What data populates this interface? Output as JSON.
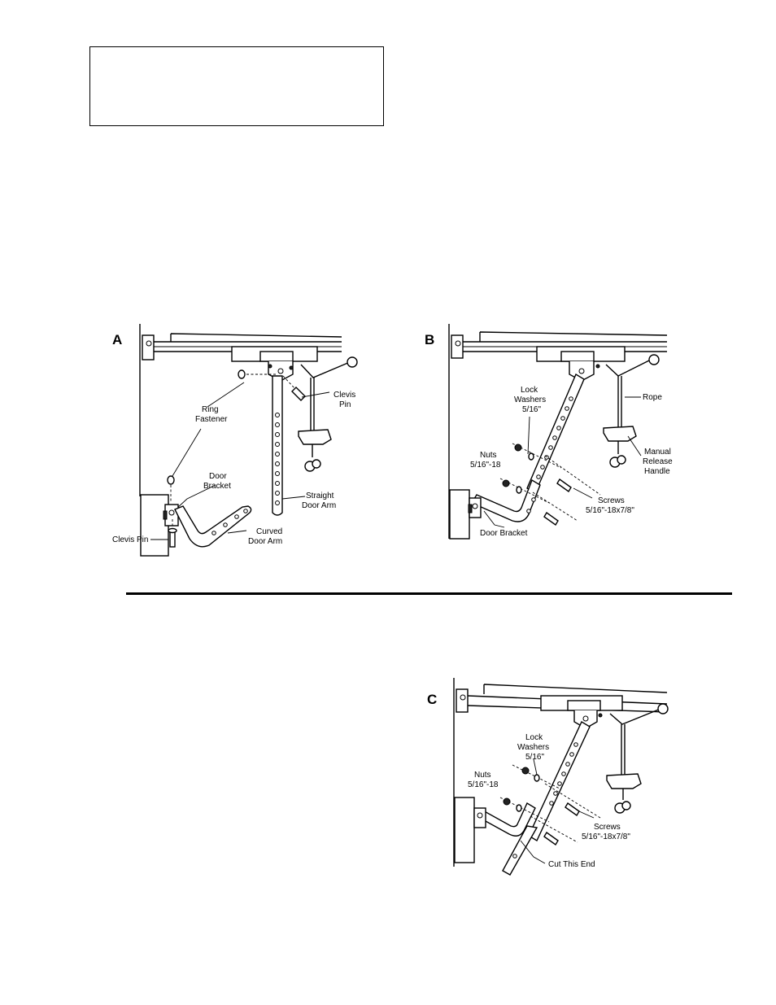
{
  "figure_a": {
    "letter": "A",
    "labels": {
      "ring_fastener_1": "Ring",
      "ring_fastener_2": "Fastener",
      "clevis_pin_top_1": "Clevis",
      "clevis_pin_top_2": "Pin",
      "door_bracket_1": "Door",
      "door_bracket_2": "Bracket",
      "straight_arm_1": "Straight",
      "straight_arm_2": "Door Arm",
      "curved_arm_1": "Curved",
      "curved_arm_2": "Door Arm",
      "clevis_pin_bottom": "Clevis Pin"
    }
  },
  "figure_b": {
    "letter": "B",
    "labels": {
      "lock_washers_1": "Lock",
      "lock_washers_2": "Washers",
      "lock_washers_3": "5/16\"",
      "rope": "Rope",
      "nuts_1": "Nuts",
      "nuts_2": "5/16\"-18",
      "manual_release_1": "Manual",
      "manual_release_2": "Release",
      "manual_release_3": "Handle",
      "screws_1": "Screws",
      "screws_2": "5/16\"-18x7/8\"",
      "door_bracket": "Door Bracket"
    }
  },
  "figure_c": {
    "letter": "C",
    "labels": {
      "lock_washers_1": "Lock",
      "lock_washers_2": "Washers",
      "lock_washers_3": "5/16\"",
      "nuts_1": "Nuts",
      "nuts_2": "5/16\"-18",
      "screws_1": "Screws",
      "screws_2": "5/16\"-18x7/8\"",
      "cut_end": "Cut This End"
    }
  }
}
